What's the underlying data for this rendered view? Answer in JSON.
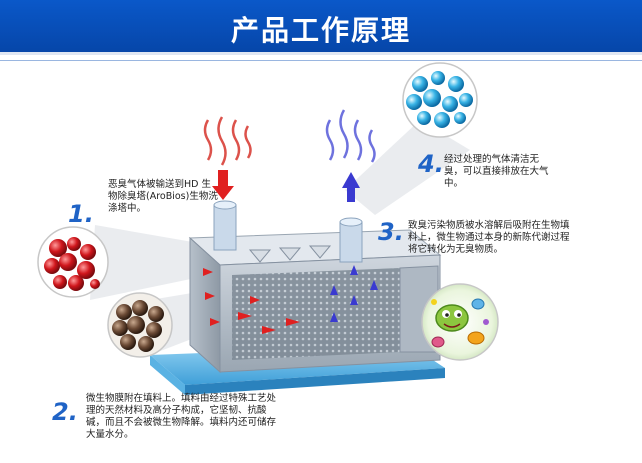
{
  "title": "产品工作原理",
  "steps": [
    {
      "num": "1.",
      "text": "恶臭气体被输送到HD 生物除臭塔(AroBios)生物洗涤塔中。"
    },
    {
      "num": "2.",
      "text": "微生物膜附在填料上。填料由经过特殊工艺处理的天然材料及高分子构成，它坚韧、抗酸碱，而且不会被微生物降解。填料内还可储存大量水分。"
    },
    {
      "num": "3.",
      "text": "致臭污染物质被水溶解后吸附在生物填料上，微生物通过本身的新陈代谢过程将它转化为无臭物质。"
    },
    {
      "num": "4.",
      "text": "经过处理的气体清洁无臭，可以直接排放在大气中。"
    }
  ],
  "colors": {
    "banner": "#0a58c9",
    "step_number": "#1f63c6",
    "arrow_red": "#e02020",
    "arrow_blue": "#3a3ad0"
  }
}
